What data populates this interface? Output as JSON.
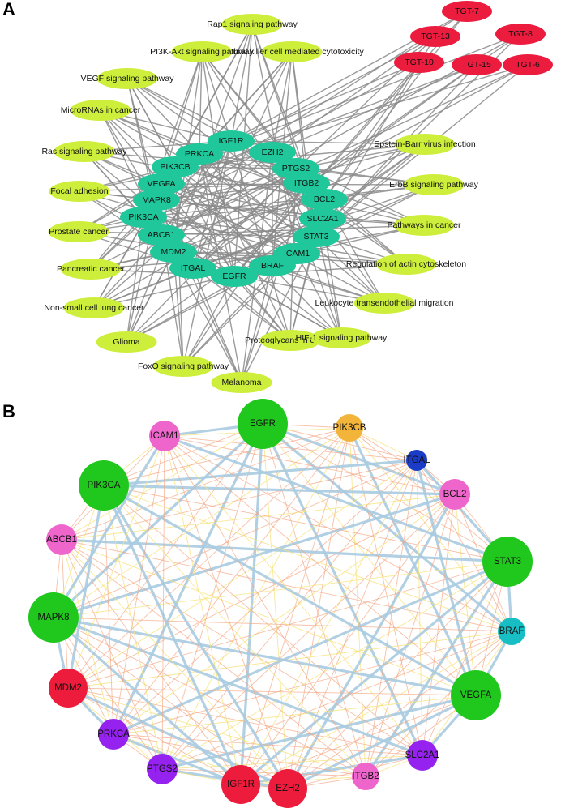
{
  "panels": [
    {
      "letter": "A"
    },
    {
      "letter": "B"
    }
  ],
  "colors": {
    "target": "#1fc79a",
    "pathway": "#cdee3a",
    "compound": "#ec1c3f",
    "edgeA": "#8a8a8a",
    "edgeStrong": "#a9cbe0",
    "edgeOrange": "#f4a582",
    "edgeYellow": "#f6e27a",
    "green": "#20c81d",
    "pink": "#ee66cc",
    "red": "#ee1c3c",
    "purple": "#9522ee",
    "teal": "#17bfc4",
    "orange": "#f3b43a",
    "blue": "#1b3cc7"
  },
  "networkA": {
    "targets": [
      "IGF1R",
      "EZH2",
      "PTGS2",
      "ITGB2",
      "BCL2",
      "SLC2A1",
      "STAT3",
      "ICAM1",
      "BRAF",
      "EGFR",
      "ITGAL",
      "MDM2",
      "ABCB1",
      "PIK3CA",
      "MAPK8",
      "VEGFA",
      "PIK3CB",
      "PRKCA"
    ],
    "pathways": [
      "Rap1 signaling pathway",
      "Natural killer cell mediated cytotoxicity",
      "PI3K-Akt signaling pathway",
      "VEGF signaling pathway",
      "MicroRNAs in cancer",
      "Ras signaling pathway",
      "Focal adhesion",
      "Prostate cancer",
      "Pancreatic cancer",
      "Non-small cell lung cancer",
      "Glioma",
      "FoxO signaling pathway",
      "Melanoma",
      "Proteoglycans in cancer",
      "HIF-1 signaling pathway",
      "Leukocyte transendothelial migration",
      "Regulation of actin cytoskeleton",
      "Pathways in cancer",
      "ErbB signaling pathway",
      "Epstein-Barr virus infection"
    ],
    "compounds": [
      "TGT-7",
      "TGT-13",
      "TGT-8",
      "TGT-10",
      "TGT-15",
      "TGT-6"
    ]
  },
  "networkB": {
    "nodes": [
      {
        "id": "EGFR",
        "degree": 5,
        "color": "green"
      },
      {
        "id": "PIK3CB",
        "degree": 1,
        "color": "orange"
      },
      {
        "id": "ITGAL",
        "degree": 0,
        "color": "blue"
      },
      {
        "id": "BCL2",
        "degree": 2,
        "color": "pink"
      },
      {
        "id": "STAT3",
        "degree": 5,
        "color": "green"
      },
      {
        "id": "BRAF",
        "degree": 1,
        "color": "teal"
      },
      {
        "id": "VEGFA",
        "degree": 5,
        "color": "green"
      },
      {
        "id": "SLC2A1",
        "degree": 2,
        "color": "purple"
      },
      {
        "id": "ITGB2",
        "degree": 1,
        "color": "pink"
      },
      {
        "id": "EZH2",
        "degree": 3,
        "color": "red"
      },
      {
        "id": "IGF1R",
        "degree": 3,
        "color": "red"
      },
      {
        "id": "PTGS2",
        "degree": 2,
        "color": "purple"
      },
      {
        "id": "PRKCA",
        "degree": 2,
        "color": "purple"
      },
      {
        "id": "MDM2",
        "degree": 3,
        "color": "red"
      },
      {
        "id": "MAPK8",
        "degree": 5,
        "color": "green"
      },
      {
        "id": "ABCB1",
        "degree": 2,
        "color": "pink"
      },
      {
        "id": "PIK3CA",
        "degree": 5,
        "color": "green"
      },
      {
        "id": "ICAM1",
        "degree": 2,
        "color": "pink"
      }
    ]
  }
}
